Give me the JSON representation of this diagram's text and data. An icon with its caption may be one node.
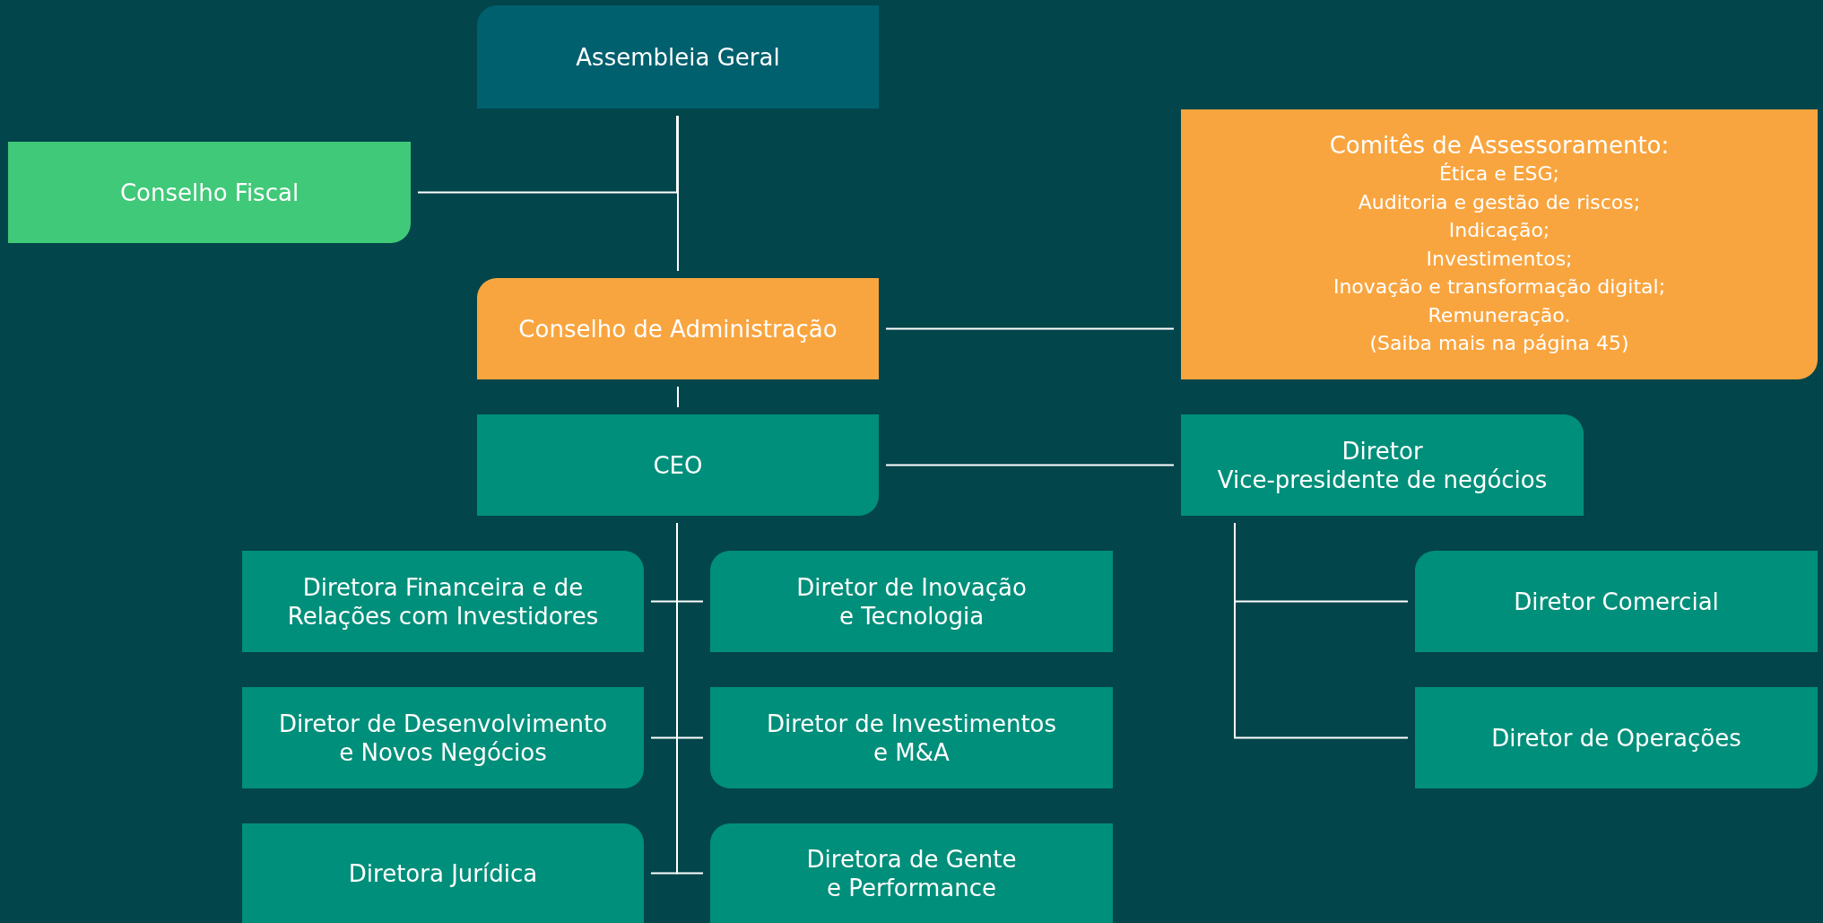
{
  "diagram": {
    "nodes": [
      {
        "text": [
          "Assembleia Geral"
        ]
      },
      {
        "text": [
          "Conselho Fiscal"
        ]
      },
      {
        "text": [
          "Conselho de Administração"
        ]
      },
      {
        "text": [
          "Comitês de Assessoramento:",
          "Ética e ESG;",
          "Auditoria e gestão de riscos;",
          "Indicação;",
          "Investimentos;",
          "Inovação e transformação digital;",
          "Remuneração.",
          "(Saiba mais na página 45)"
        ]
      },
      {
        "text": [
          "CEO"
        ]
      },
      {
        "text": [
          "Diretor",
          "Vice-presidente de negócios"
        ]
      },
      {
        "text": [
          "Diretora Financeira e de Relações com Investidores"
        ]
      },
      {
        "text": [
          "Diretor de Inovação e Tecnologia"
        ]
      },
      {
        "text": [
          "Diretor de Desenvolvimento e Novos Negócios"
        ]
      },
      {
        "text": [
          "Diretor de Investimentos e M&A"
        ]
      },
      {
        "text": [
          "Diretora Jurídica"
        ]
      },
      {
        "text": [
          "Diretora de Gente e Performance"
        ]
      },
      {
        "text": [
          "Diretor Comercial"
        ]
      },
      {
        "text": [
          "Diretor de Operações"
        ]
      }
    ],
    "edges": [
      {
        "from": 0,
        "to": 2,
        "arrow": "none"
      },
      {
        "from": 0,
        "to": 1,
        "arrow": "none"
      },
      {
        "from": 2,
        "to": 3,
        "arrow": "none"
      },
      {
        "from": 2,
        "to": 4,
        "arrow": "none"
      },
      {
        "from": 4,
        "to": 5,
        "arrow": "none"
      },
      {
        "from": 4,
        "to": 6,
        "arrow": "none"
      },
      {
        "from": 4,
        "to": 7,
        "arrow": "none"
      },
      {
        "from": 4,
        "to": 8,
        "arrow": "none"
      },
      {
        "from": 4,
        "to": 9,
        "arrow": "none"
      },
      {
        "from": 4,
        "to": 10,
        "arrow": "none"
      },
      {
        "from": 4,
        "to": 11,
        "arrow": "none"
      },
      {
        "from": 5,
        "to": 12,
        "arrow": "none"
      },
      {
        "from": 5,
        "to": 13,
        "arrow": "none"
      }
    ]
  }
}
